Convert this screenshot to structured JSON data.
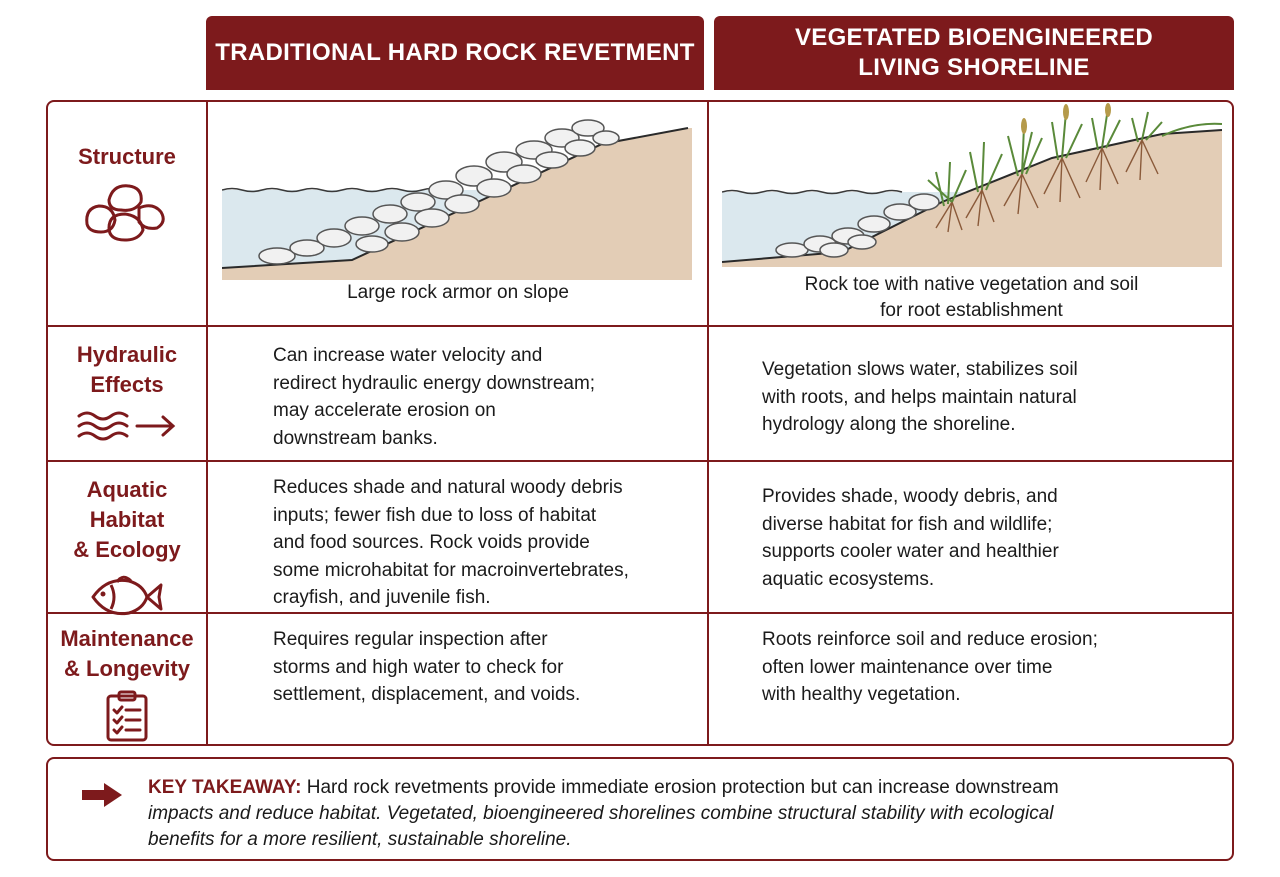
{
  "headers": {
    "left": "TRADITIONAL HARD ROCK REVETMENT",
    "right_line1": "VEGETATED BIOENGINEERED",
    "right_line2": "LIVING SHORELINE"
  },
  "rows": {
    "structure": {
      "label": "Structure",
      "icon": "rocks-icon",
      "left_caption": "Large rock armor on slope",
      "right_caption_line1": "Rock toe with native vegetation and soil",
      "right_caption_line2": "for root establishment"
    },
    "hydraulic": {
      "label_line1": "Hydraulic",
      "label_line2": "Effects",
      "icon": "water-flow-arrow-icon",
      "left": [
        "Can increase water velocity and",
        "redirect hydraulic energy downstream;",
        "may accelerate erosion on",
        "downstream banks."
      ],
      "right": [
        "Vegetation slows water, stabilizes soil",
        "with roots, and helps maintain natural",
        "hydrology along the shoreline."
      ]
    },
    "habitat": {
      "label_line1": "Aquatic Habitat",
      "label_line2": "& Ecology",
      "icon": "fish-icon",
      "left": [
        "Reduces shade and natural woody debris",
        "inputs; fewer fish due to loss of habitat",
        "and food sources. Rock voids provide",
        "some microhabitat for macroinvertebrates,",
        "crayfish, and juvenile fish."
      ],
      "right": [
        "Provides shade, woody debris, and",
        "diverse habitat for fish and wildlife;",
        "supports cooler water and healthier",
        "aquatic ecosystems."
      ]
    },
    "maintenance": {
      "label_line1": "Maintenance",
      "label_line2": "& Longevity",
      "icon": "clipboard-checklist-icon",
      "left": [
        "Requires regular inspection after",
        "storms and high water to check for",
        "settlement, displacement, and voids."
      ],
      "right": [
        "Roots reinforce soil and reduce erosion;",
        "often lower maintenance over time",
        "with healthy vegetation."
      ]
    }
  },
  "takeaway": {
    "icon": "arrow-right-icon",
    "label": "KEY TAKEAWAY:",
    "line1_rest": " Hard rock revetments provide immediate erosion protection but can increase downstream",
    "line2": "impacts and reduce habitat. Vegetated, bioengineered shorelines combine structural stability with ecological",
    "line3": "benefits for a more resilient, sustainable shoreline."
  },
  "colors": {
    "accent": "#7d1a1c",
    "soil": "#e3cdb6",
    "water": "#dbe8ee",
    "grass": "#5a8a3a"
  }
}
